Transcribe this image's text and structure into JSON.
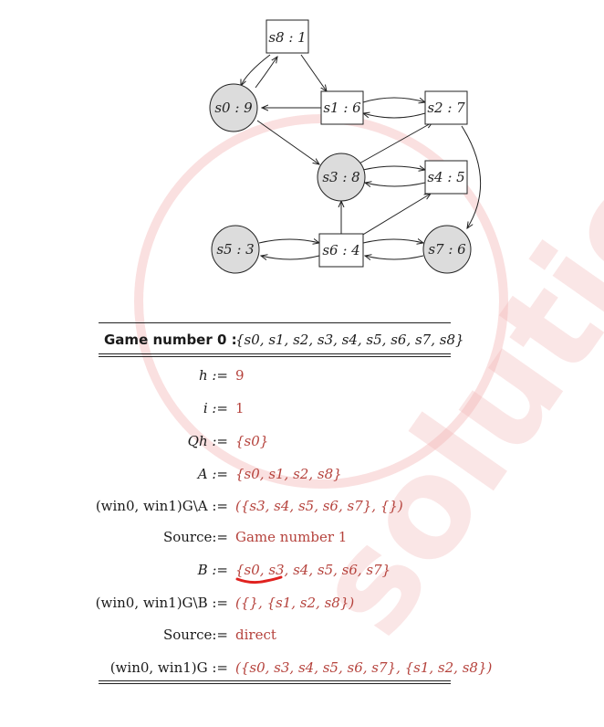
{
  "graph": {
    "nodes": [
      {
        "id": "s8",
        "label": "s8 : 1",
        "shape": "box"
      },
      {
        "id": "s0",
        "label": "s0 : 9",
        "shape": "circle"
      },
      {
        "id": "s1",
        "label": "s1 : 6",
        "shape": "box"
      },
      {
        "id": "s2",
        "label": "s2 : 7",
        "shape": "box"
      },
      {
        "id": "s3",
        "label": "s3 : 8",
        "shape": "circle"
      },
      {
        "id": "s4",
        "label": "s4 : 5",
        "shape": "box"
      },
      {
        "id": "s5",
        "label": "s5 : 3",
        "shape": "circle"
      },
      {
        "id": "s6",
        "label": "s6 : 4",
        "shape": "box"
      },
      {
        "id": "s7",
        "label": "s7 : 6",
        "shape": "circle"
      }
    ],
    "colors": {
      "circle_fill": "#dcdcdc",
      "stroke": "#222222"
    }
  },
  "table": {
    "header_label": "Game number 0 :",
    "header_value": "{s0, s1, s2, s3, s4, s5, s6, s7, s8}",
    "rows": [
      {
        "lhs": "h :=",
        "rhs": "9"
      },
      {
        "lhs": "i :=",
        "rhs": "1"
      },
      {
        "lhs": "Qh :=",
        "rhs": "{s0}"
      },
      {
        "lhs": "A :=",
        "rhs": "{s0, s1, s2, s8}"
      },
      {
        "lhs": "(win0, win1)G\\A :=",
        "rhs": "({s3, s4, s5, s6, s7}, {})"
      },
      {
        "lhs": "Source:=",
        "rhs": "Game number 1"
      },
      {
        "lhs": "B :=",
        "rhs": "{s0, s3, s4, s5, s6, s7}"
      },
      {
        "lhs": "(win0, win1)G\\B :=",
        "rhs": "({}, {s1, s2, s8})"
      },
      {
        "lhs": "Source:=",
        "rhs": "direct"
      },
      {
        "lhs": "(win0, win1)G :=",
        "rhs": "({s0, s3, s4, s5, s6, s7}, {s1, s2, s8})"
      }
    ],
    "accent_color": "#b5423c"
  },
  "watermark_color": "#f2b8b8"
}
